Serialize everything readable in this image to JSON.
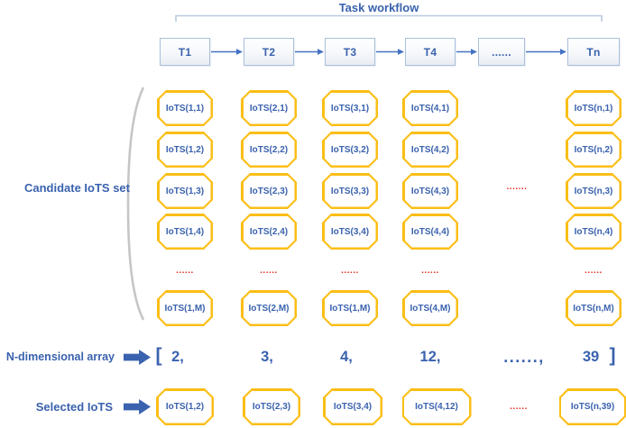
{
  "title": "Task workflow",
  "tasks": [
    "T1",
    "T2",
    "T3",
    "T4",
    "......",
    "Tn"
  ],
  "candidate_set_label": "Candidate IoTS set",
  "candidate_columns": [
    {
      "boxes": [
        "IoTS(1,1)",
        "IoTS(1,2)",
        "IoTS(1,3)",
        "IoTS(1,4)"
      ],
      "ellipsis": "......",
      "last_box": "IoTS(1,M)"
    },
    {
      "boxes": [
        "IoTS(2,1)",
        "IoTS(2,2)",
        "IoTS(2,3)",
        "IoTS(2,4)"
      ],
      "ellipsis": "......",
      "last_box": "IoTS(2,M)"
    },
    {
      "boxes": [
        "IoTS(3,1)",
        "IoTS(3,2)",
        "IoTS(3,3)",
        "IoTS(3,4)"
      ],
      "ellipsis": "......",
      "last_box": "IoTS(1,M)"
    },
    {
      "boxes": [
        "IoTS(4,1)",
        "IoTS(4,2)",
        "IoTS(4,3)",
        "IoTS(4,4)"
      ],
      "ellipsis": "......",
      "last_box": "IoTS(4,M)"
    },
    {
      "boxes": [
        "IoTS(n,1)",
        "IoTS(n,2)",
        "IoTS(n,3)",
        "IoTS(n,4)"
      ],
      "ellipsis": "......",
      "last_box": "IoTS(n,M)"
    }
  ],
  "grid_ellipsis": ".......",
  "array_row": {
    "label": "N-dimensional array",
    "open_bracket": "[",
    "values": [
      "2,",
      "3,",
      "4,",
      "12,",
      "......,",
      "39"
    ],
    "close_bracket": "]"
  },
  "selected_row": {
    "label": "Selected IoTS",
    "boxes": [
      "IoTS(1,2)",
      "IoTS(2,3)",
      "IoTS(3,4)",
      "IoTS(4,12)"
    ],
    "ellipsis": "......",
    "last_box": "IoTS(n,39)"
  },
  "colors": {
    "accent_blue": "#3a62ae",
    "arrow_blue": "#4472c4",
    "box_yellow": "#fbbe16",
    "ellipsis_red": "#e02b20",
    "task_border": "#a9bfdb",
    "brace_gray": "#c6c6c6",
    "bracket_blue_gray": "#b9cbdf"
  }
}
